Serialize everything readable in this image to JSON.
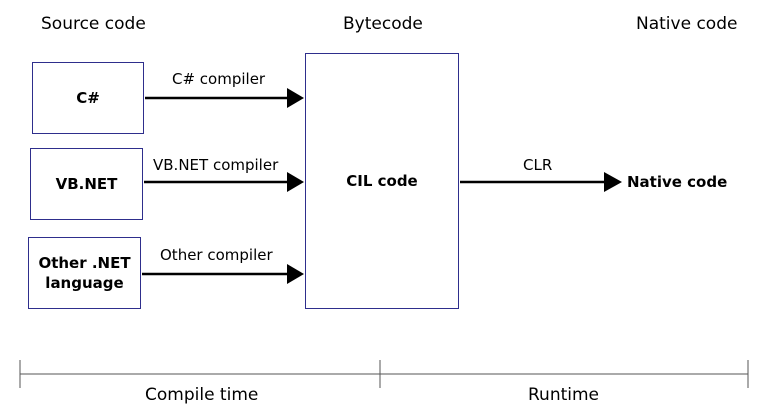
{
  "headers": {
    "source": "Source code",
    "bytecode": "Bytecode",
    "native": "Native code"
  },
  "source_boxes": [
    {
      "label": "C#",
      "compiler": "C# compiler"
    },
    {
      "label": "VB.NET",
      "compiler": "VB.NET compiler"
    },
    {
      "label": "Other .NET\nlanguage",
      "compiler": "Other compiler"
    }
  ],
  "cil_box": {
    "label": "CIL code"
  },
  "runtime_arrow": {
    "label": "CLR",
    "target": "Native code"
  },
  "timeline": {
    "compile_time": "Compile time",
    "runtime": "Runtime"
  },
  "colors": {
    "box_border": "#2e2e8c",
    "line": "#000000",
    "timeline": "#555555"
  }
}
